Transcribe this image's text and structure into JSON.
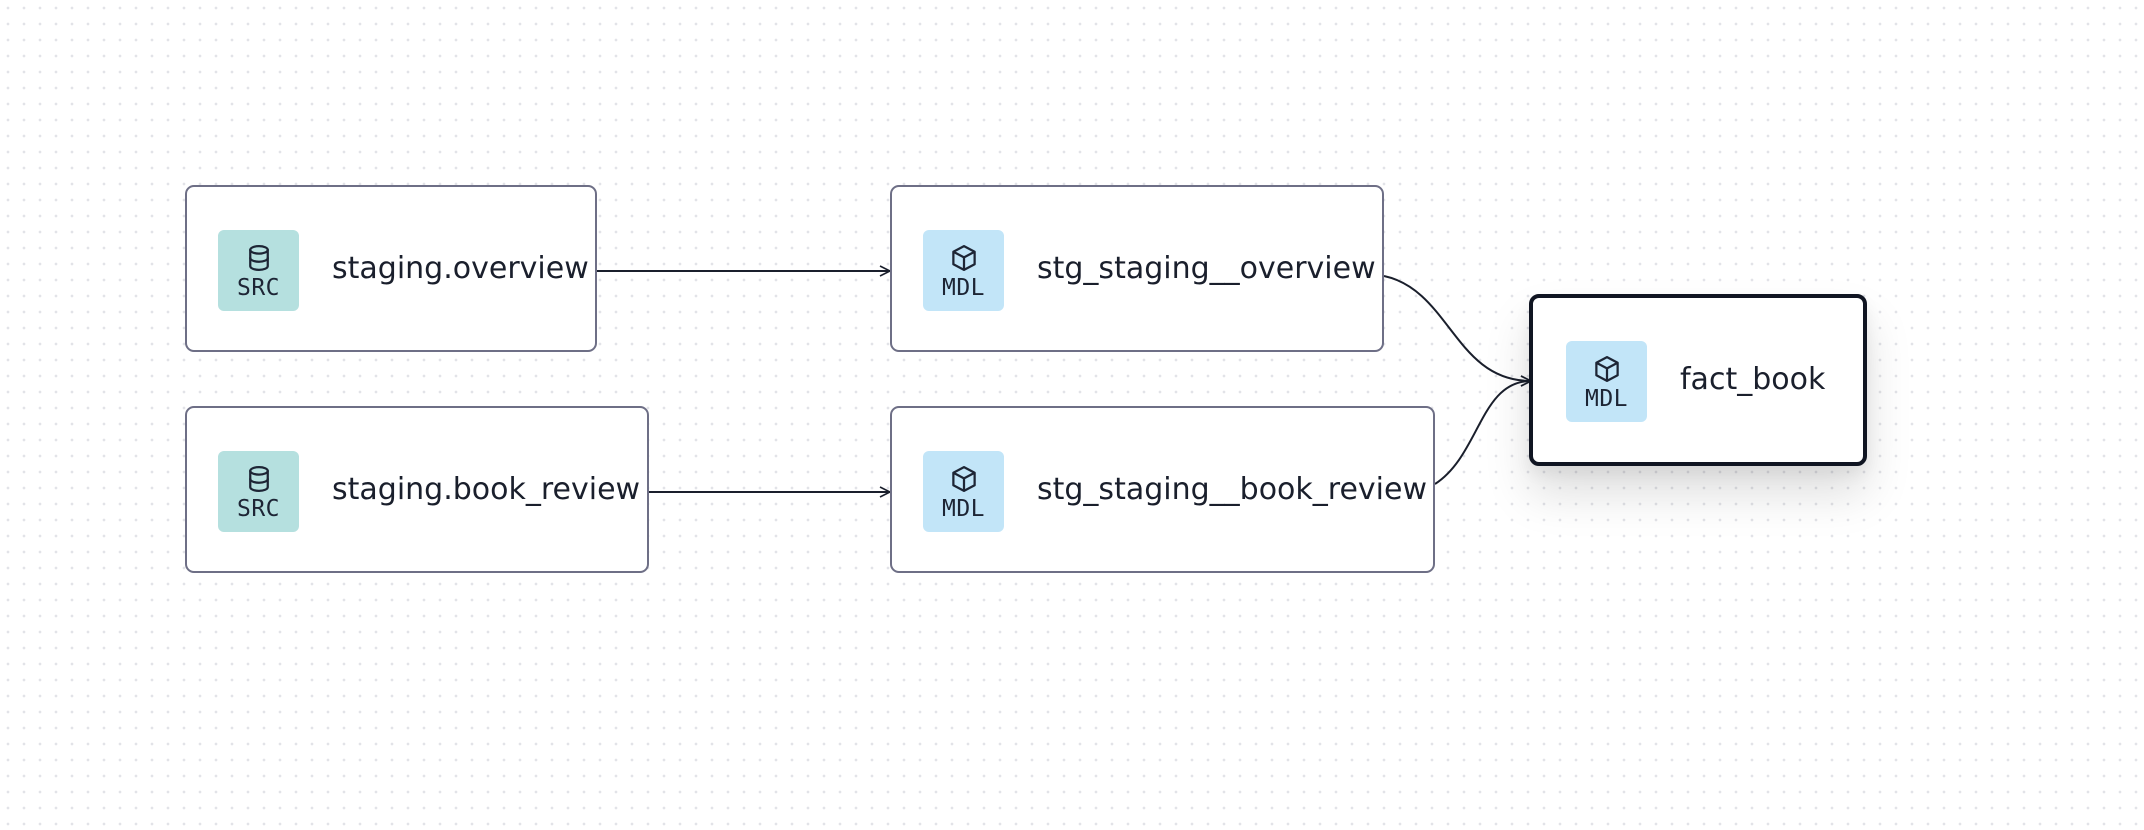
{
  "nodes": {
    "src_overview": {
      "badge": "SRC",
      "icon": "database-icon",
      "label": "staging.overview"
    },
    "src_book_review": {
      "badge": "SRC",
      "icon": "database-icon",
      "label": "staging.book_review"
    },
    "mdl_stg_overview": {
      "badge": "MDL",
      "icon": "cube-icon",
      "label": "stg_staging__overview"
    },
    "mdl_stg_book_review": {
      "badge": "MDL",
      "icon": "cube-icon",
      "label": "stg_staging__book_review"
    },
    "mdl_fact_book": {
      "badge": "MDL",
      "icon": "cube-icon",
      "label": "fact_book",
      "selected": true
    }
  },
  "edges": [
    {
      "from": "staging.overview",
      "to": "stg_staging__overview"
    },
    {
      "from": "staging.book_review",
      "to": "stg_staging__book_review"
    },
    {
      "from": "stg_staging__overview",
      "to": "fact_book"
    },
    {
      "from": "stg_staging__book_review",
      "to": "fact_book"
    }
  ],
  "colors": {
    "src_badge": "#b5e0df",
    "mdl_badge": "#c2e5f8",
    "node_border": "#6e6f86",
    "selected_border": "#101522",
    "edge": "#1a1f2c"
  }
}
